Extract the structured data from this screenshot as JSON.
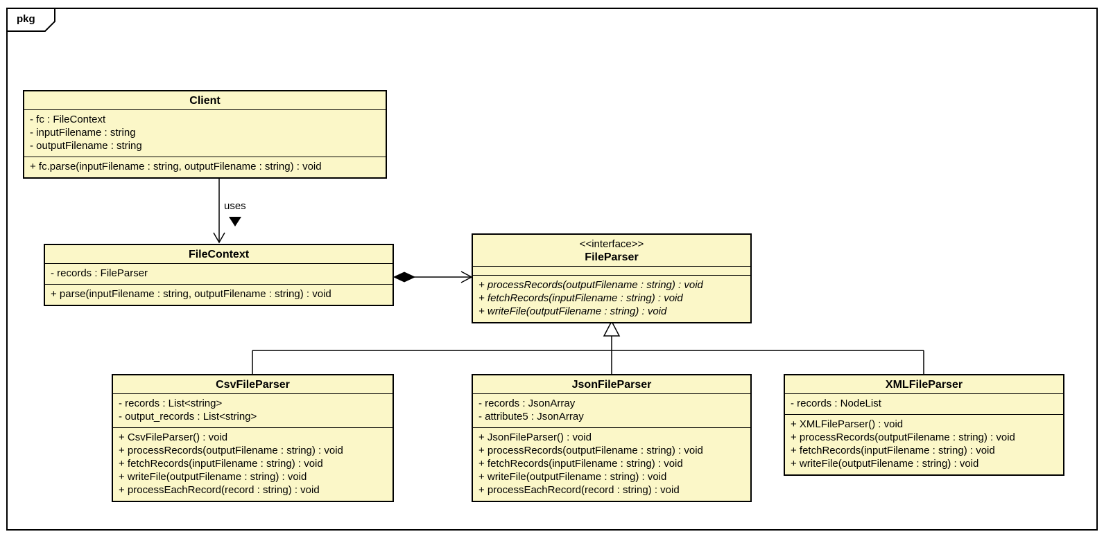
{
  "frame": {
    "tab_label": "pkg"
  },
  "colors": {
    "node_fill": "#fbf7c8",
    "node_border": "#000000",
    "connector": "#000000",
    "canvas": "#ffffff"
  },
  "classes": {
    "client": {
      "name": "Client",
      "attributes": [
        "- fc : FileContext",
        "- inputFilename : string",
        "- outputFilename : string"
      ],
      "methods": [
        "+ fc.parse(inputFilename : string, outputFilename : string) : void"
      ]
    },
    "file_context": {
      "name": "FileContext",
      "attributes": [
        "- records : FileParser"
      ],
      "methods": [
        "+ parse(inputFilename : string, outputFilename : string) : void"
      ]
    },
    "file_parser": {
      "stereotype": "<<interface>>",
      "name": "FileParser",
      "attributes": [],
      "methods": [
        "+ processRecords(outputFilename : string) : void",
        "+ fetchRecords(inputFilename : string) : void",
        "+ writeFile(outputFilename : string) : void"
      ]
    },
    "csv_file_parser": {
      "name": "CsvFileParser",
      "attributes": [
        "- records : List<string>",
        "- output_records : List<string>"
      ],
      "methods": [
        "+ CsvFileParser() : void",
        "+ processRecords(outputFilename : string) : void",
        "+ fetchRecords(inputFilename : string) : void",
        "+ writeFile(outputFilename : string) : void",
        "+ processEachRecord(record : string) : void"
      ]
    },
    "json_file_parser": {
      "name": "JsonFileParser",
      "attributes": [
        "- records : JsonArray",
        "- attribute5 : JsonArray"
      ],
      "methods": [
        "+ JsonFileParser() : void",
        "+ processRecords(outputFilename : string) : void",
        "+ fetchRecords(inputFilename : string) : void",
        "+ writeFile(outputFilename : string) : void",
        "+ processEachRecord(record : string) : void"
      ]
    },
    "xml_file_parser": {
      "name": "XMLFileParser",
      "attributes": [
        "- records : NodeList"
      ],
      "methods": [
        "+ XMLFileParser() : void",
        "+ processRecords(outputFilename : string) : void",
        "+ fetchRecords(inputFilename : string) : void",
        "+ writeFile(outputFilename : string) : void"
      ]
    }
  },
  "relationships": {
    "uses": {
      "type": "directed-dependency",
      "label": "uses",
      "from": "Client",
      "to": "FileContext"
    },
    "composition": {
      "type": "composition-with-navigability",
      "from": "FileContext",
      "to": "FileParser"
    },
    "generalization": {
      "type": "realization",
      "parent": "FileParser",
      "children": [
        "CsvFileParser",
        "JsonFileParser",
        "XMLFileParser"
      ]
    }
  }
}
